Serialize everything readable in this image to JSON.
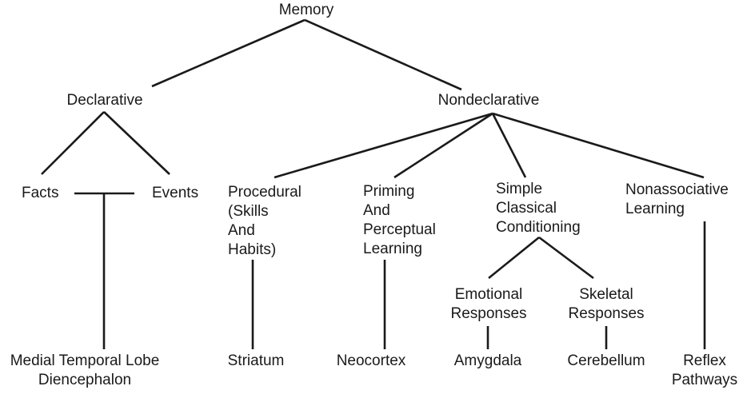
{
  "diagram": {
    "nodes": {
      "memory": "Memory",
      "declarative": "Declarative",
      "nondeclarative": "Nondeclarative",
      "facts": "Facts",
      "events": "Events",
      "procedural": "Procedural\n(Skills\nAnd\nHabits)",
      "priming": "Priming\nAnd\nPerceptual\nLearning",
      "classical": "Simple\nClassical\nConditioning",
      "nonassociative": "Nonassociative\nLearning",
      "emotional": "Emotional\nResponses",
      "skeletal": "Skeletal\nResponses",
      "medial_temporal": "Medial Temporal Lobe\nDiencephalon",
      "striatum": "Striatum",
      "neocortex": "Neocortex",
      "amygdala": "Amygdala",
      "cerebellum": "Cerebellum",
      "reflex": "Reflex\nPathways"
    },
    "edges": [
      [
        "memory",
        "declarative"
      ],
      [
        "memory",
        "nondeclarative"
      ],
      [
        "declarative",
        "facts"
      ],
      [
        "declarative",
        "events"
      ],
      [
        "facts-events",
        "medial_temporal"
      ],
      [
        "nondeclarative",
        "procedural"
      ],
      [
        "nondeclarative",
        "priming"
      ],
      [
        "nondeclarative",
        "classical"
      ],
      [
        "nondeclarative",
        "nonassociative"
      ],
      [
        "procedural",
        "striatum"
      ],
      [
        "priming",
        "neocortex"
      ],
      [
        "classical",
        "emotional"
      ],
      [
        "classical",
        "skeletal"
      ],
      [
        "emotional",
        "amygdala"
      ],
      [
        "skeletal",
        "cerebellum"
      ],
      [
        "nonassociative",
        "reflex"
      ]
    ]
  }
}
